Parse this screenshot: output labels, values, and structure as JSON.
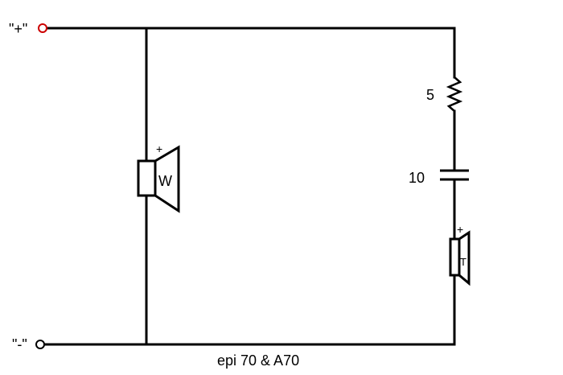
{
  "terminals": {
    "positive_label": "\"+\"",
    "negative_label": "\"-\"",
    "positive_color": "#cc0000",
    "negative_color": "#000000"
  },
  "woofer": {
    "letter": "W",
    "polarity": "+"
  },
  "tweeter": {
    "letter": "T",
    "polarity": "+"
  },
  "resistor": {
    "value": "5"
  },
  "capacitor": {
    "value": "10"
  },
  "caption": "epi 70 & A70",
  "colors": {
    "wire": "#000000",
    "background": "#ffffff"
  }
}
